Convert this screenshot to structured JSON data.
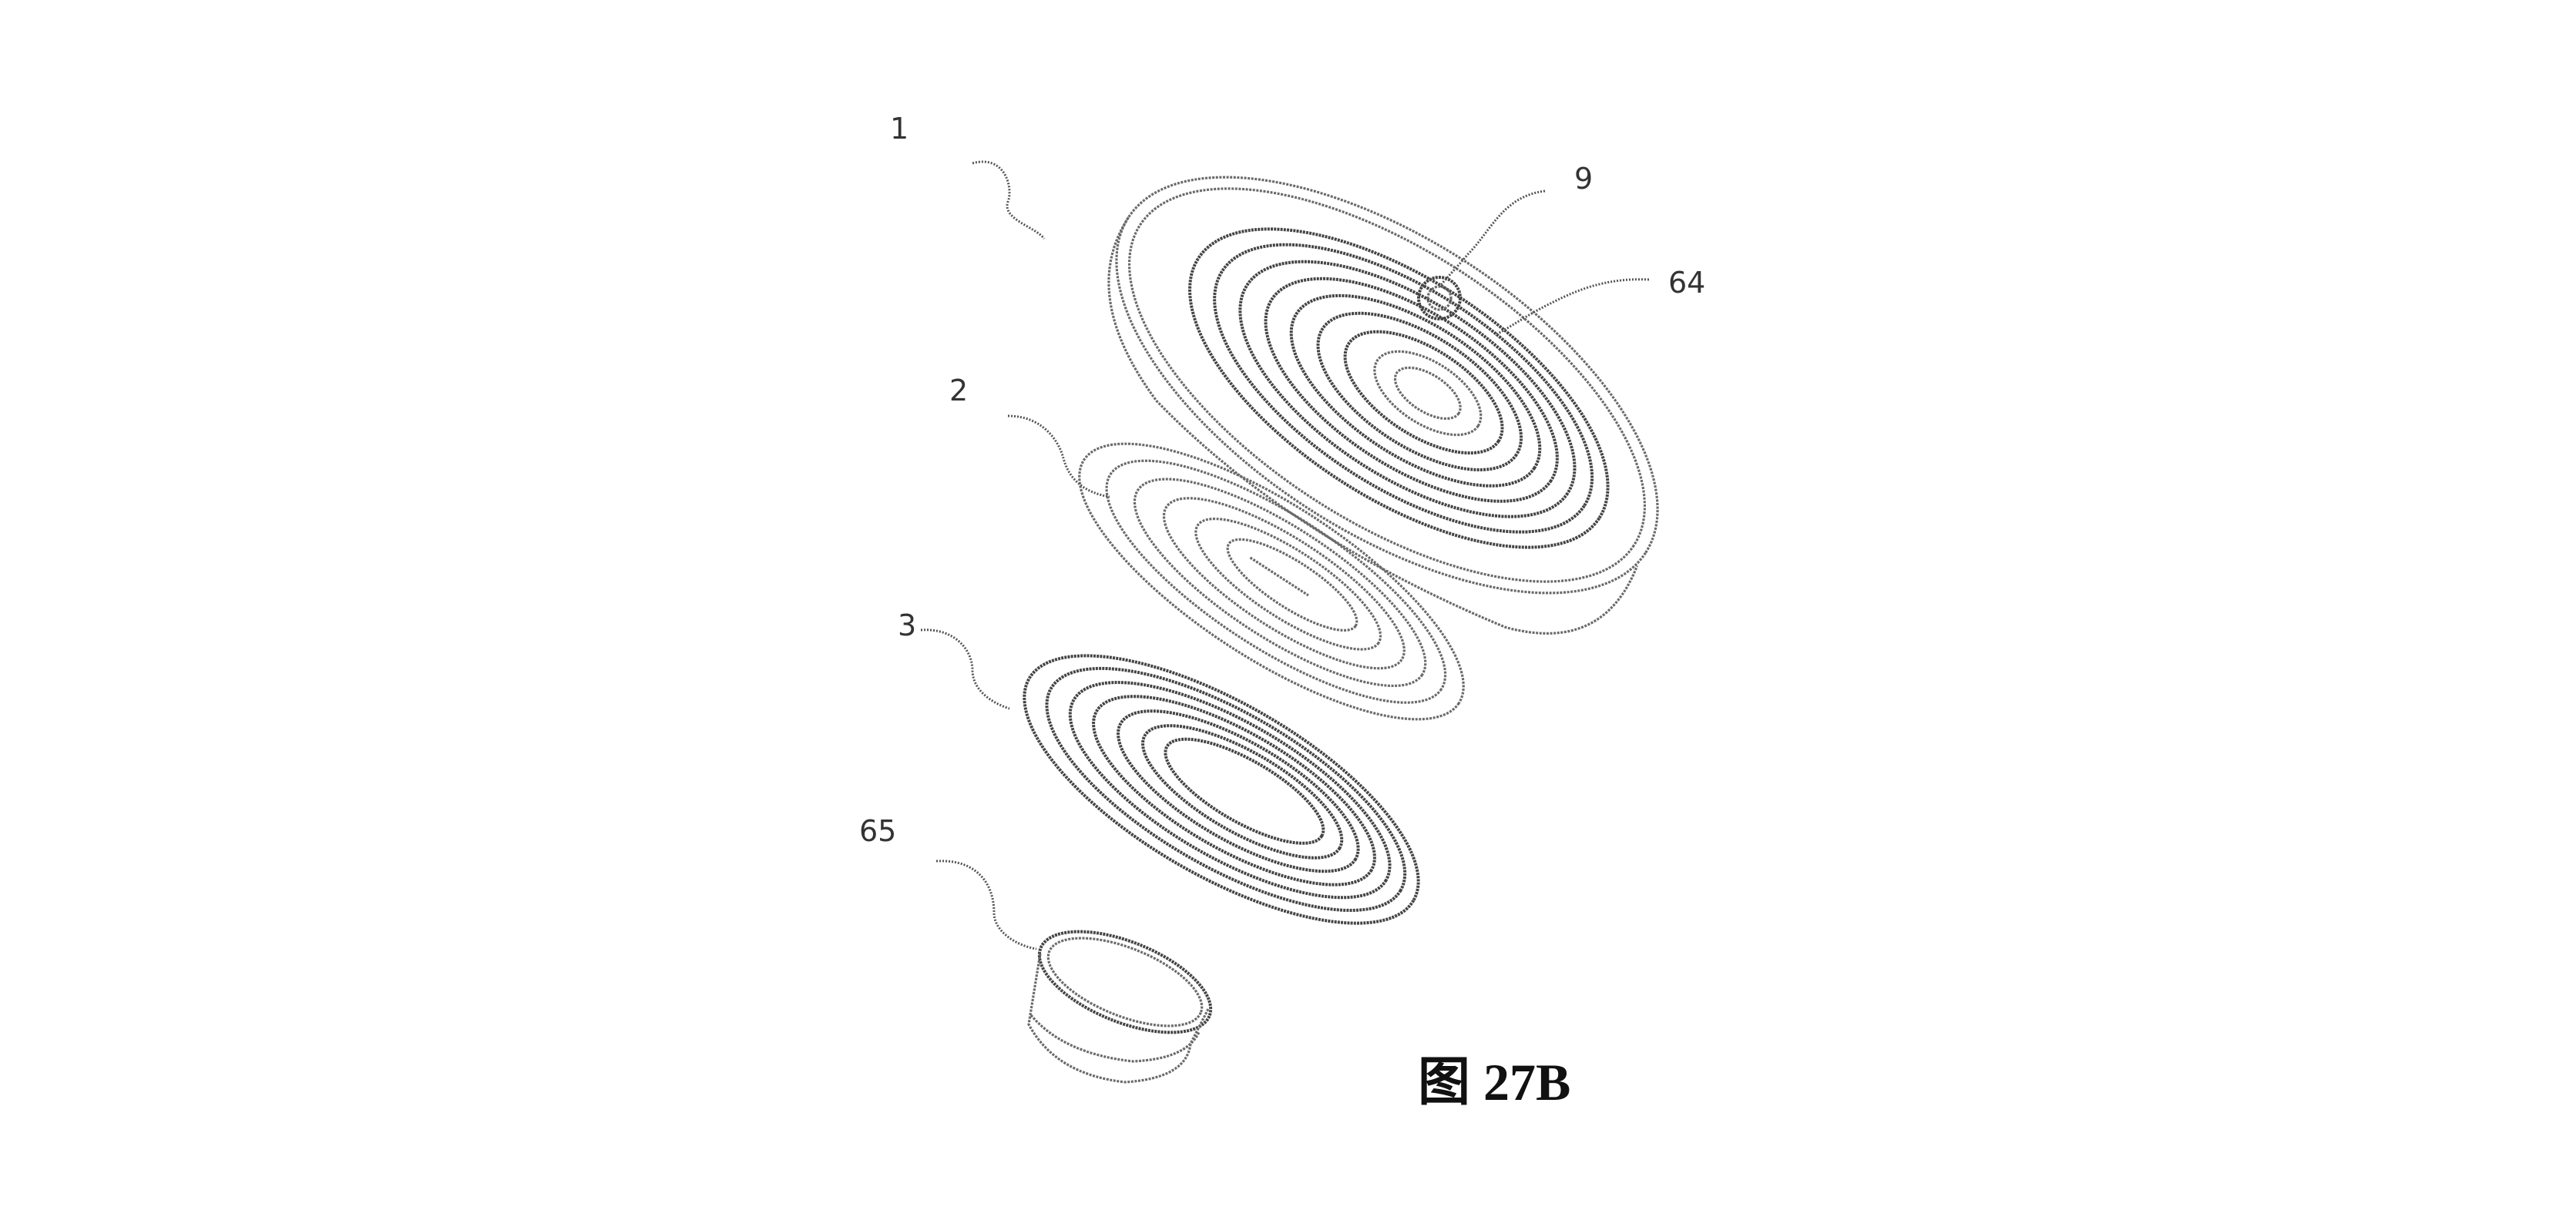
{
  "figure": {
    "caption": "图 27B",
    "reference_labels": {
      "assembly": "1",
      "knob": "9",
      "hub": "64",
      "spiral_plate": "2",
      "spiral_element": "3",
      "cup": "65"
    }
  }
}
